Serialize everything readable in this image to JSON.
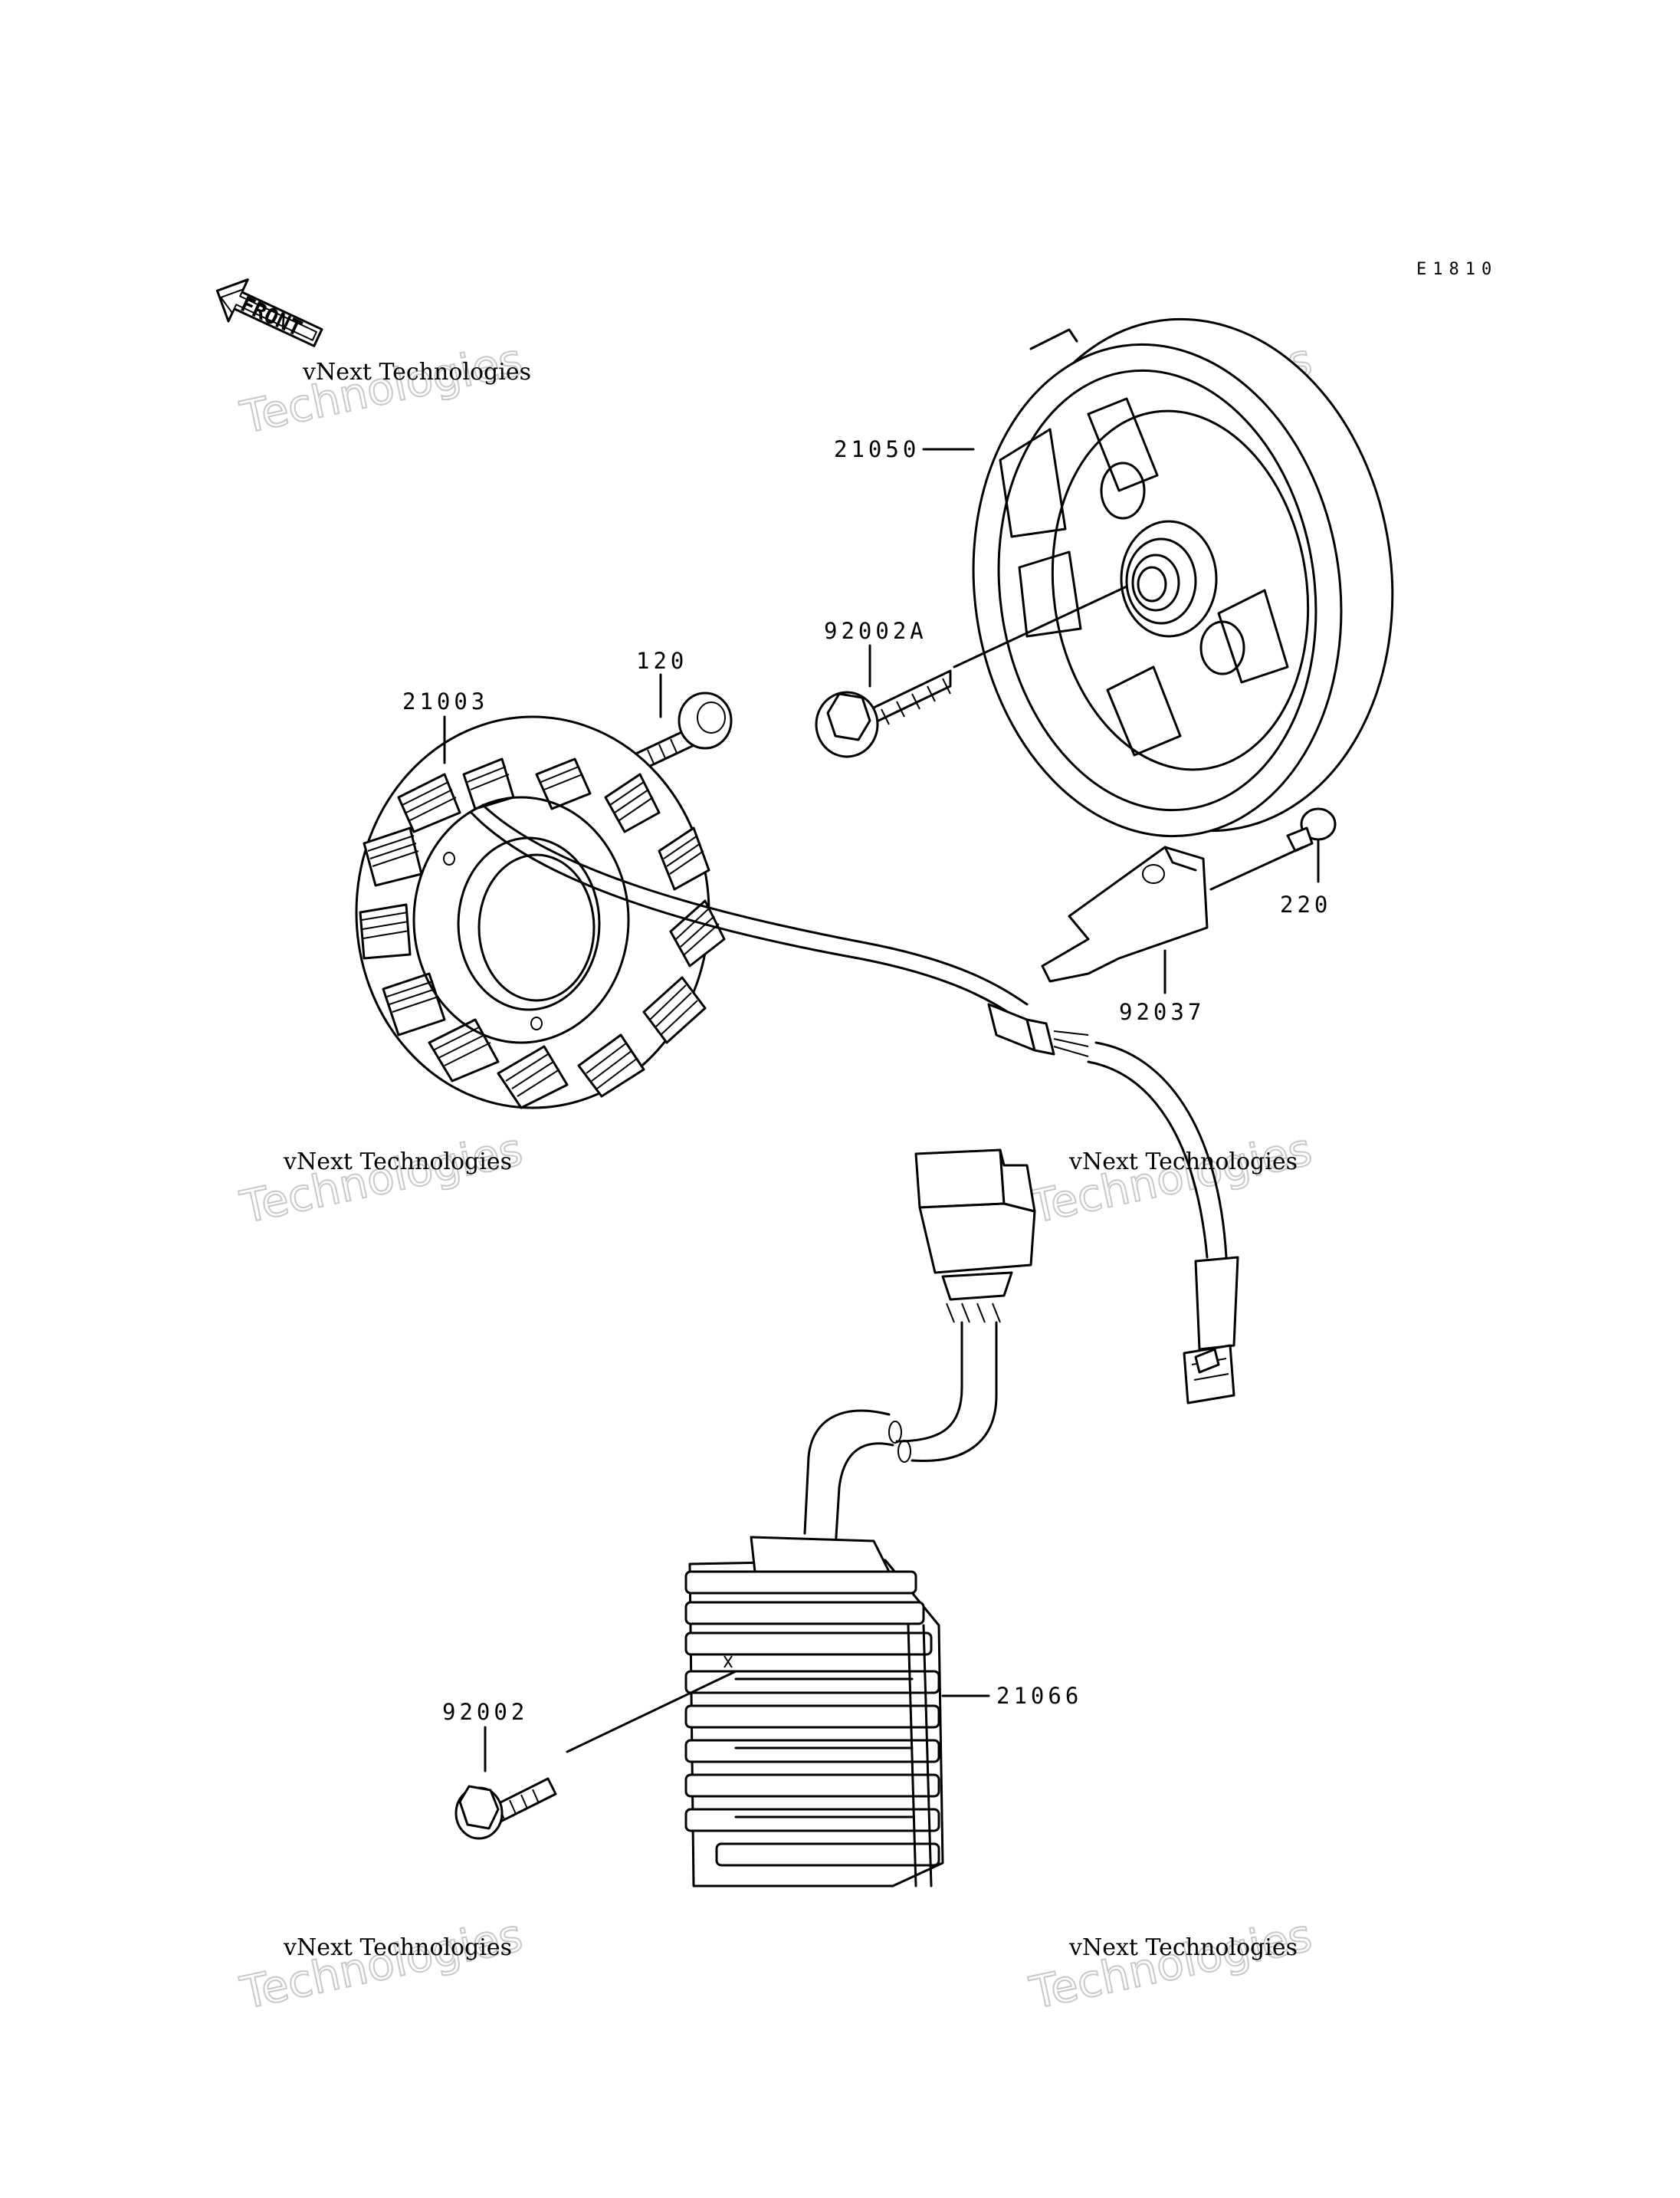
{
  "diagram_code": "E1810",
  "direction_label": "FRONT",
  "parts": {
    "flywheel": "21050",
    "flywheel_bolt": "92002A",
    "bolt_120": "120",
    "stator": "21003",
    "screw_220": "220",
    "clamp": "92037",
    "regulator": "21066",
    "regulator_bolt": "92002"
  },
  "watermark": {
    "line1": "vNext Technologies",
    "line2": "Technologies"
  },
  "icons": {
    "front_arrow": "front-arrow-icon"
  }
}
